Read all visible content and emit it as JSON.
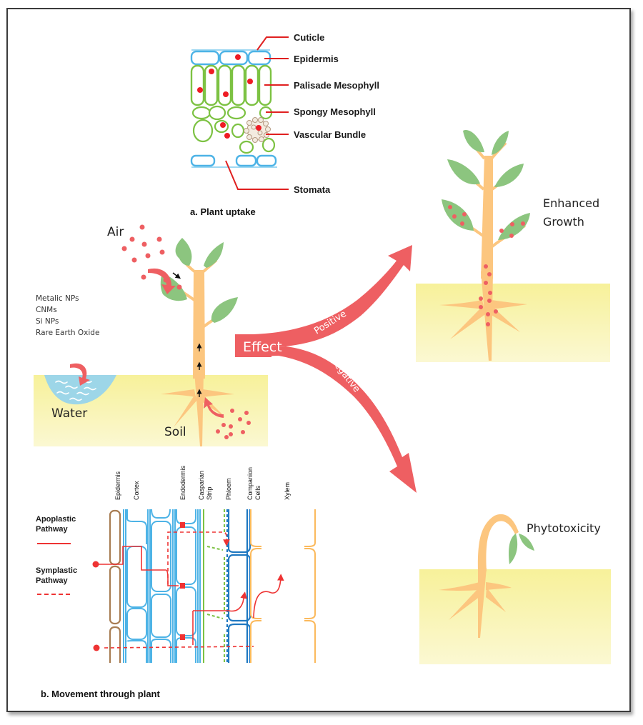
{
  "figure": {
    "panel_a": {
      "caption": "a. Plant uptake",
      "layers": [
        {
          "label": "Cuticle"
        },
        {
          "label": "Epidermis"
        },
        {
          "label": "Palisade Mesophyll"
        },
        {
          "label": "Spongy Mesophyll"
        },
        {
          "label": "Vascular Bundle"
        },
        {
          "label": "Stomata"
        }
      ]
    },
    "uptake_scene": {
      "air_label": "Air",
      "water_label": "Water",
      "soil_label": "Soil",
      "nanomaterials": [
        "Metalic NPs",
        "CNMs",
        "Si NPs",
        "Rare Earth Oxide"
      ]
    },
    "effect": {
      "label": "Effect",
      "positive_label": "Positive",
      "negative_label": "Negative",
      "positive_outcome": [
        "Enhanced",
        "Growth"
      ],
      "negative_outcome": "Phytotoxicity"
    },
    "panel_b": {
      "caption": "b. Movement through plant",
      "tissues": [
        "Epidermis",
        "Cortex",
        "Endodermis",
        "Casparian",
        "Strip",
        "Phloem",
        "Companion",
        "Cells",
        "Xylem"
      ],
      "legend": {
        "apoplastic": [
          "Apoplastic",
          "Pathway"
        ],
        "symplastic": [
          "Symplastic",
          "Pathway"
        ]
      }
    },
    "colors": {
      "nanoparticle": "#e8505b",
      "arrow": "#ee5f62",
      "leaf": "#8cc57f",
      "stem": "#fcc67f",
      "soil": "#f8f3a8",
      "water": "#9dd6e8",
      "epidermis_cell": "#4db3e6",
      "mesophyll_cell": "#7dc243",
      "leader_line": "#e02020"
    }
  }
}
